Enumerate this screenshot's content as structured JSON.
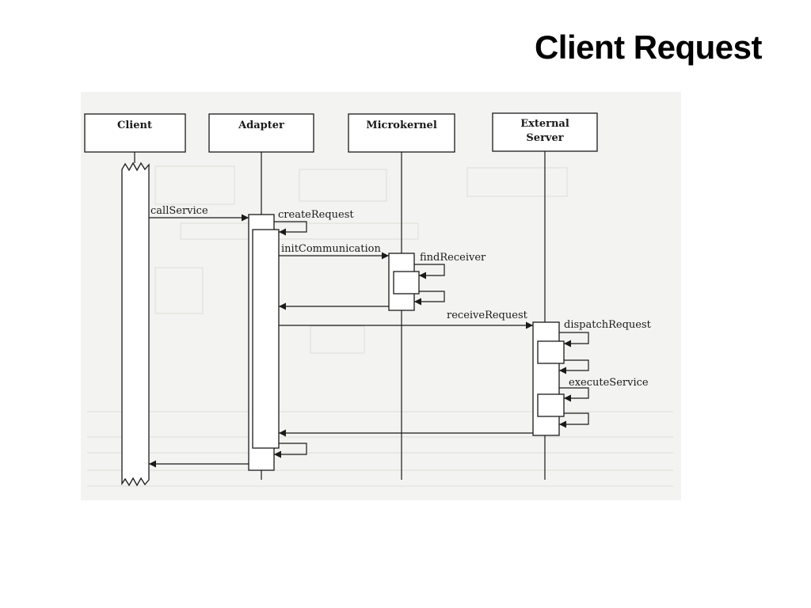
{
  "slide": {
    "title": "Client Request"
  },
  "diagram": {
    "participants": [
      {
        "id": "client",
        "lines": [
          "Client"
        ]
      },
      {
        "id": "adapter",
        "lines": [
          "Adapter"
        ]
      },
      {
        "id": "microkernel",
        "lines": [
          "Microkernel"
        ]
      },
      {
        "id": "external",
        "lines": [
          "External",
          "Server"
        ]
      }
    ],
    "messages": {
      "callService": "callService",
      "createRequest": "createRequest",
      "initCommunication": "initCommunication",
      "findReceiver": "findReceiver",
      "receiveRequest": "receiveRequest",
      "dispatchRequest": "dispatchRequest",
      "executeService": "executeService"
    },
    "colors": {
      "ink": "#1a1a1a",
      "paper": "#f3f3f1"
    }
  }
}
